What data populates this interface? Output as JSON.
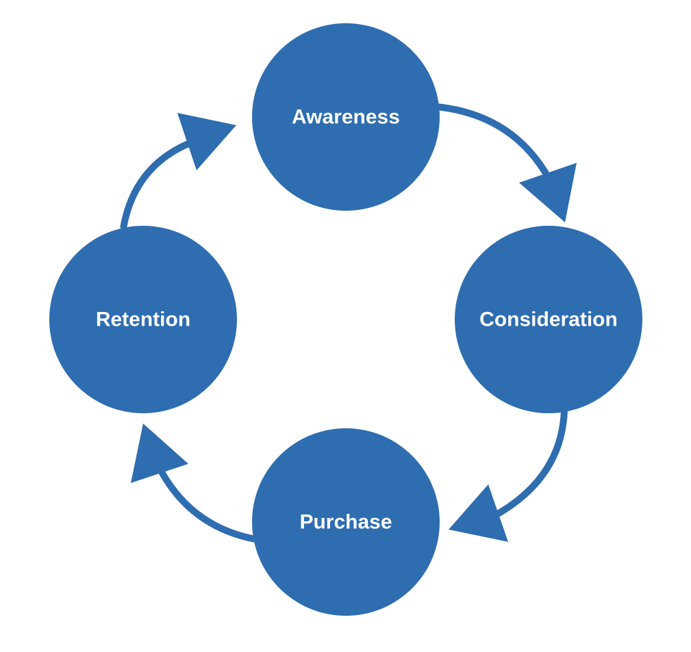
{
  "diagram": {
    "type": "cycle",
    "color": "#2e6db0",
    "label_color": "#ffffff",
    "background": "#ffffff",
    "nodes": [
      {
        "id": "awareness",
        "label": "Awareness"
      },
      {
        "id": "consideration",
        "label": "Consideration"
      },
      {
        "id": "purchase",
        "label": "Purchase"
      },
      {
        "id": "retention",
        "label": "Retention"
      }
    ],
    "edges": [
      {
        "from": "awareness",
        "to": "consideration"
      },
      {
        "from": "consideration",
        "to": "purchase"
      },
      {
        "from": "purchase",
        "to": "retention"
      },
      {
        "from": "retention",
        "to": "awareness"
      }
    ]
  }
}
